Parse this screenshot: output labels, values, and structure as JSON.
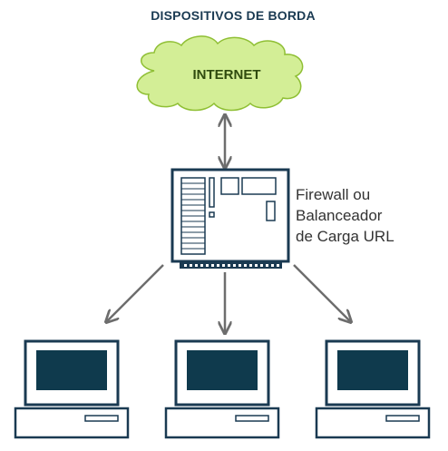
{
  "title": "DISPOSITIVOS DE BORDA",
  "cloud": {
    "label": "INTERNET"
  },
  "device": {
    "label_lines": [
      "Firewall ou",
      "Balanceador",
      "de Carga URL"
    ]
  },
  "colors": {
    "title": "#1a3a52",
    "cloud_fill": "#d3ee96",
    "cloud_stroke": "#8fbf34",
    "cloud_text": "#2f4a0e",
    "device_outline": "#1a3a52",
    "screen": "#0f3a4d",
    "arrow": "#6d6d6d"
  },
  "icons": [
    "cloud-icon",
    "server-icon",
    "computer-icon",
    "computer-icon",
    "computer-icon"
  ]
}
